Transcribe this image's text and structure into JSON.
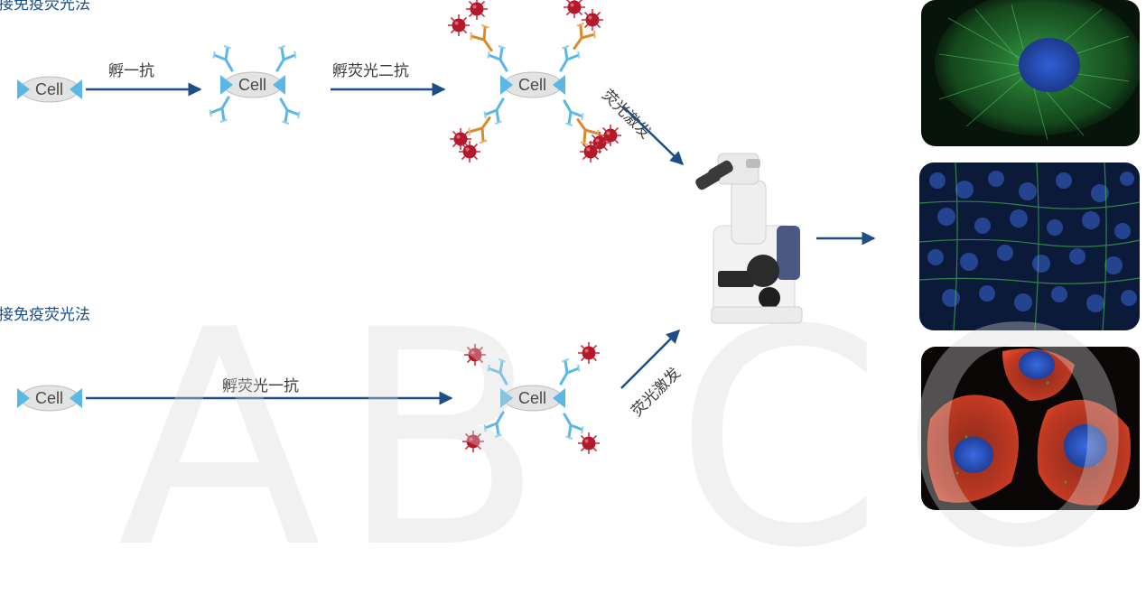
{
  "watermark": "AB COM",
  "indirect": {
    "title": "接免疫荧光法",
    "steps": [
      {
        "label": "孵一抗"
      },
      {
        "label": "孵荧光二抗"
      },
      {
        "label": "荧光激发"
      }
    ]
  },
  "direct": {
    "title": "接免疫荧光法",
    "steps": [
      {
        "label": "孵荧光一抗"
      },
      {
        "label": "荧光激发"
      }
    ]
  },
  "cell_label": "Cell",
  "colors": {
    "arrow": "#1e4e86",
    "primary_antibody": "#5bb8e6",
    "secondary_antibody": "#d98a2c",
    "fluorophore": "#b3192a",
    "cell": "#e3e3e3"
  },
  "icons": [
    "microscope-icon",
    "fluorophore-icon",
    "antibody-icon",
    "cell-icon"
  ]
}
